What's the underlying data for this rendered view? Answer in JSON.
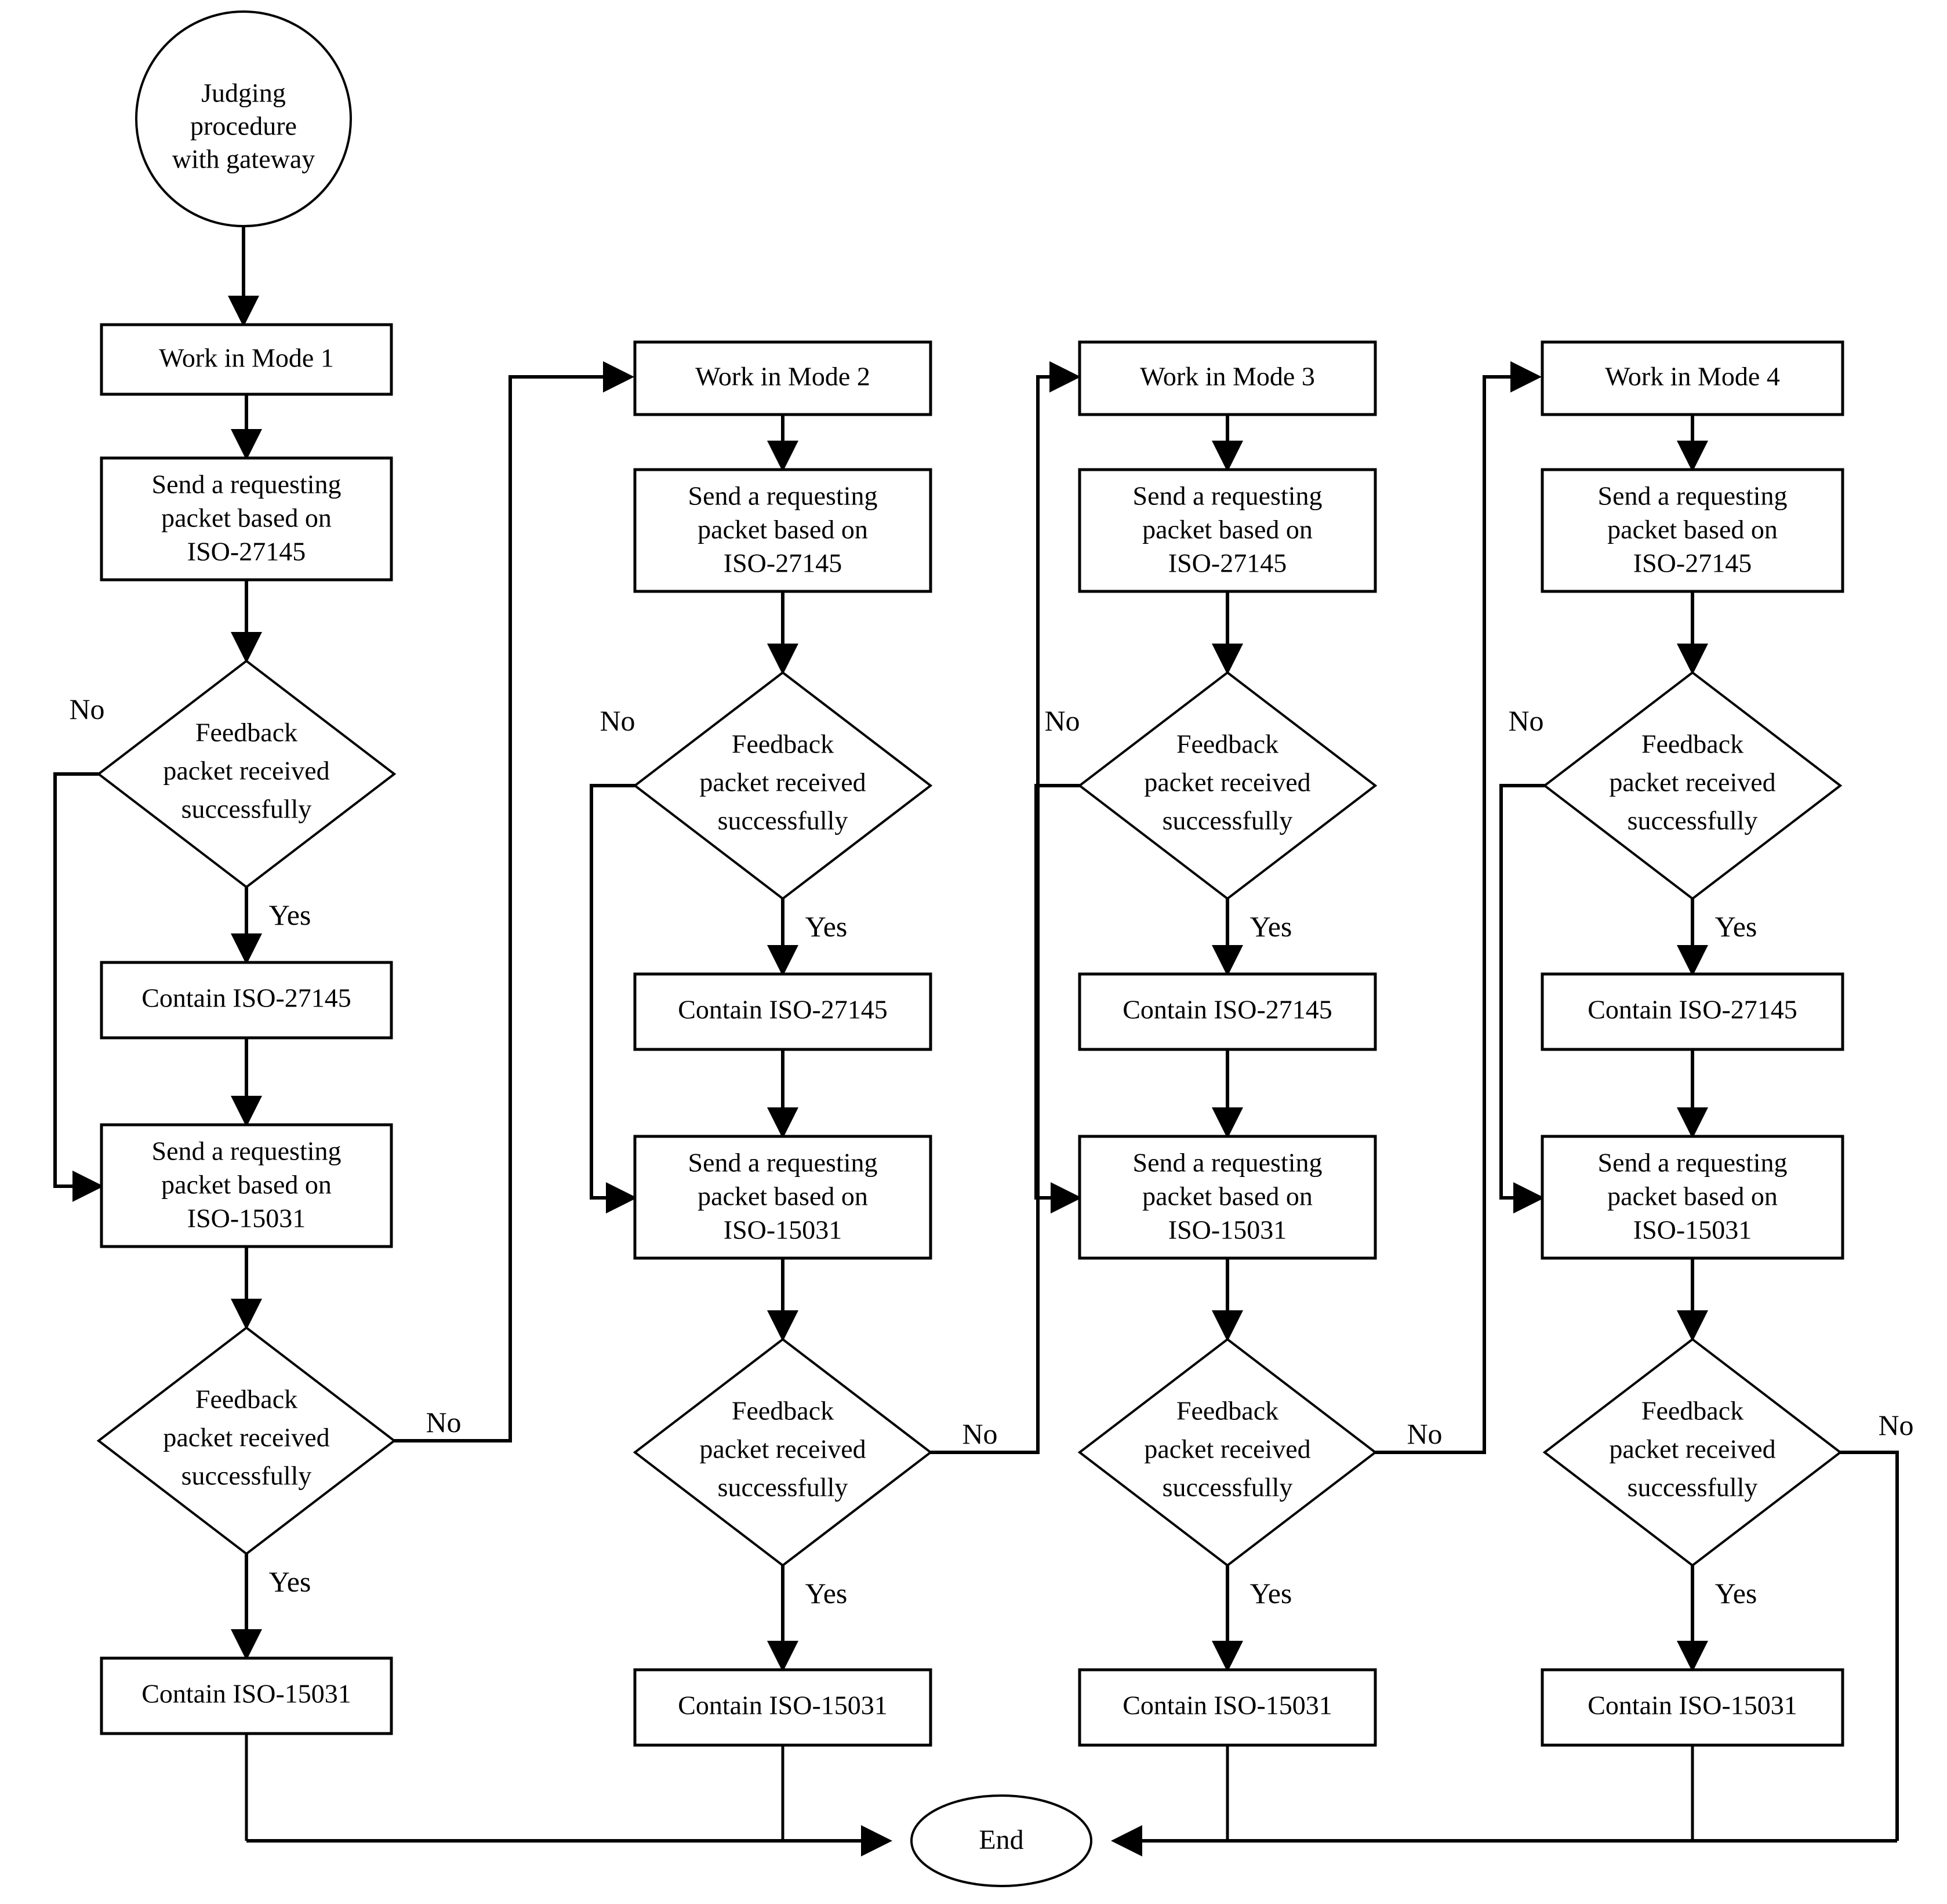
{
  "diagram": {
    "type": "flowchart",
    "title": "Judging procedure with gateway",
    "start": {
      "label_l1": "Judging",
      "label_l2": "procedure",
      "label_l3": "with gateway"
    },
    "end": {
      "label": "End"
    },
    "branch_labels": {
      "yes": "Yes",
      "no": "No"
    },
    "shared_text": {
      "send_l1": "Send a requesting",
      "send_l2": "packet based on",
      "iso_27145": "ISO-27145",
      "iso_15031": "ISO-15031",
      "decision_l1": "Feedback",
      "decision_l2": "packet received",
      "decision_l3": "successfully",
      "contain_27145": "Contain  ISO-27145",
      "contain_15031": "Contain ISO-15031"
    },
    "columns": [
      {
        "id": "col1",
        "mode_label": "Work in Mode 1",
        "nodes": {
          "mode": "Work in Mode 1",
          "send_27145_l1": "Send a requesting",
          "send_27145_l2": "packet based on",
          "send_27145_l3": "ISO-27145",
          "decision1_l1": "Feedback",
          "decision1_l2": "packet received",
          "decision1_l3": "successfully",
          "decision1_no": "No",
          "decision1_yes": "Yes",
          "contain_27145": "Contain  ISO-27145",
          "send_15031_l1": "Send a requesting",
          "send_15031_l2": "packet based on",
          "send_15031_l3": "ISO-15031",
          "decision2_l1": "Feedback",
          "decision2_l2": "packet received",
          "decision2_l3": "successfully",
          "decision2_no": "No",
          "decision2_yes": "Yes",
          "contain_15031": "Contain ISO-15031"
        }
      },
      {
        "id": "col2",
        "mode_label": "Work in Mode 2",
        "nodes": {
          "mode": "Work in Mode 2",
          "send_27145_l1": "Send a requesting",
          "send_27145_l2": "packet based on",
          "send_27145_l3": "ISO-27145",
          "decision1_l1": "Feedback",
          "decision1_l2": "packet received",
          "decision1_l3": "successfully",
          "decision1_no": "No",
          "decision1_yes": "Yes",
          "contain_27145": "Contain  ISO-27145",
          "send_15031_l1": "Send a requesting",
          "send_15031_l2": "packet based on",
          "send_15031_l3": "ISO-15031",
          "decision2_l1": "Feedback",
          "decision2_l2": "packet received",
          "decision2_l3": "successfully",
          "decision2_no": "No",
          "decision2_yes": "Yes",
          "contain_15031": "Contain ISO-15031"
        }
      },
      {
        "id": "col3",
        "mode_label": "Work in Mode 3",
        "nodes": {
          "mode": "Work in Mode 3",
          "send_27145_l1": "Send a requesting",
          "send_27145_l2": "packet based on",
          "send_27145_l3": "ISO-27145",
          "decision1_l1": "Feedback",
          "decision1_l2": "packet received",
          "decision1_l3": "successfully",
          "decision1_no": "No",
          "decision1_yes": "Yes",
          "contain_27145": "Contain  ISO-27145",
          "send_15031_l1": "Send a requesting",
          "send_15031_l2": "packet based on",
          "send_15031_l3": "ISO-15031",
          "decision2_l1": "Feedback",
          "decision2_l2": "packet received",
          "decision2_l3": "successfully",
          "decision2_no": "No",
          "decision2_yes": "Yes",
          "contain_15031": "Contain ISO-15031"
        }
      },
      {
        "id": "col4",
        "mode_label": "Work in Mode 4",
        "nodes": {
          "mode": "Work in Mode 4",
          "send_27145_l1": "Send a requesting",
          "send_27145_l2": "packet based on",
          "send_27145_l3": "ISO-27145",
          "decision1_l1": "Feedback",
          "decision1_l2": "packet received",
          "decision1_l3": "successfully",
          "decision1_no": "No",
          "decision1_yes": "Yes",
          "contain_27145": "Contain  ISO-27145",
          "send_15031_l1": "Send a requesting",
          "send_15031_l2": "packet based on",
          "send_15031_l3": "ISO-15031",
          "decision2_l1": "Feedback",
          "decision2_l2": "packet received",
          "decision2_l3": "successfully",
          "decision2_no": "No",
          "decision2_yes": "Yes",
          "contain_15031": "Contain ISO-15031"
        }
      }
    ],
    "colors": {
      "stroke": "#000000",
      "fill": "#ffffff",
      "text": "#000000"
    }
  }
}
